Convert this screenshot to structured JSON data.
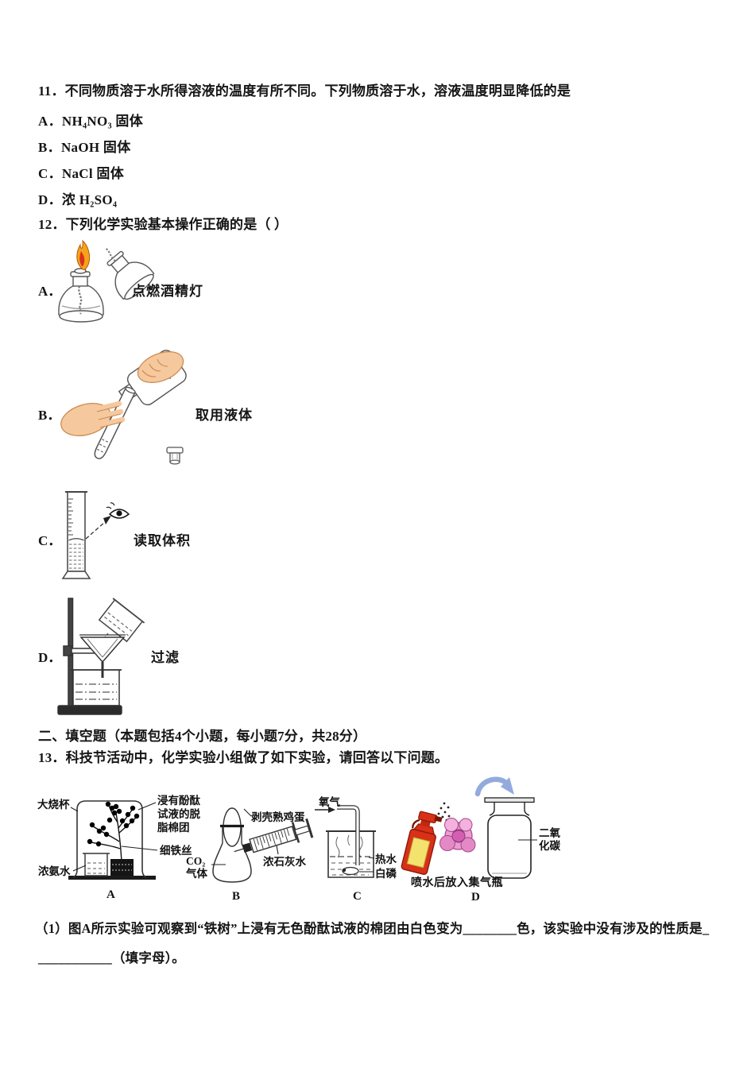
{
  "doc": {
    "q11": {
      "stem": "11．不同物质溶于水所得溶液的温度有所不同。下列物质溶于水，溶液温度明显降低的是",
      "options": [
        "A．NH₄NO₃ 固体",
        "B．NaOH 固体",
        "C．NaCl 固体",
        "D．浓 H₂SO₄"
      ]
    },
    "q12": {
      "stem": "12．下列化学实验基本操作正确的是（ ）",
      "options": [
        {
          "label": "A．",
          "caption": "点燃酒精灯",
          "icon": "alcohol-lamp-lighting"
        },
        {
          "label": "B．",
          "caption": "取用液体",
          "icon": "pouring-liquid-into-test-tube"
        },
        {
          "label": "C．",
          "caption": "读取体积",
          "icon": "reading-graduated-cylinder"
        },
        {
          "label": "D．",
          "caption": "过滤",
          "icon": "filtration-setup"
        }
      ]
    },
    "section2": "二、填空题（本题包括4个小题，每小题7分，共28分）",
    "q13": {
      "stem": "13．科技节活动中，化学实验小组做了如下实验，请回答以下问题。",
      "diagram": {
        "a": {
          "tag": "A",
          "big_beaker": "大烧杯",
          "cotton_line1": "浸有酚酞",
          "cotton_line2": "试液的脱",
          "cotton_line3": "脂棉团",
          "iron_wire": "细铁丝",
          "ammonia": "浓氨水"
        },
        "b": {
          "tag": "B",
          "egg": "剥壳熟鸡蛋",
          "co2_line1": "CO₂",
          "co2_line2": "气体",
          "limewater": "浓石灰水"
        },
        "c": {
          "tag": "C",
          "oxygen": "氧气",
          "hot_water": "热水",
          "phosphorus": "白磷"
        },
        "d": {
          "tag": "D",
          "caption": "喷水后放入集气瓶",
          "co2_line1": "二氧",
          "co2_line2": "化碳"
        }
      },
      "sub1_line1": "（1）图A所示实验可观察到“铁树”上浸有无色酚酞试液的棉团由白色变为________色，该实验中没有涉及的性质是_",
      "sub1_line2": "___________（填字母）。"
    },
    "colors": {
      "flame_orange": "#f6a21c",
      "flame_red": "#d8311b",
      "hand_skin": "#f6c89d",
      "spray_bottle_red": "#d93018",
      "spray_label_yellow": "#f3e26d",
      "flower_pink": "#eb9cd2",
      "arrow_blue": "#93abdc"
    }
  }
}
